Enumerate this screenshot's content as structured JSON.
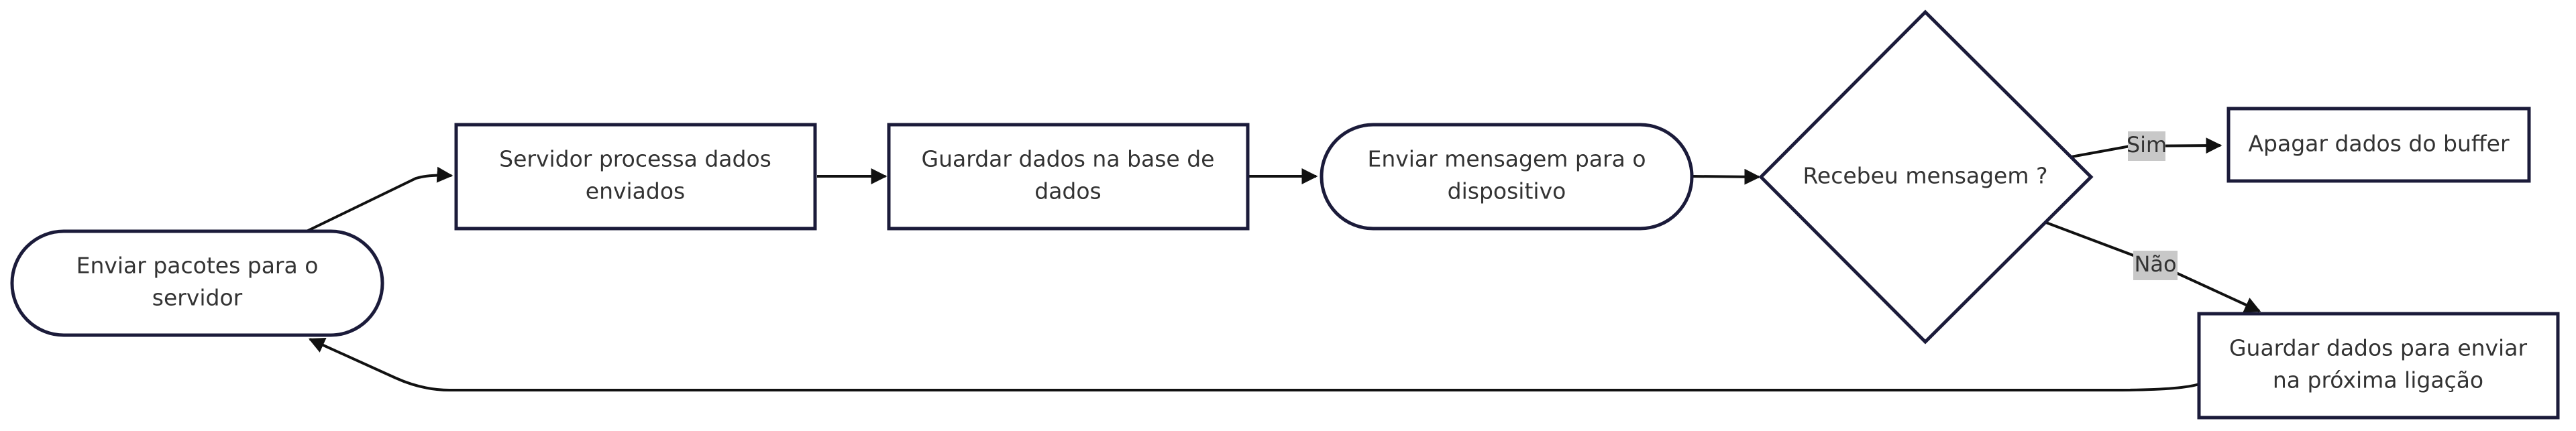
{
  "nodes": {
    "enviar_pacotes": [
      "Enviar pacotes para o",
      "servidor"
    ],
    "servidor_processa": [
      "Servidor processa dados",
      "enviados"
    ],
    "guardar_base": [
      "Guardar dados na base de",
      "dados"
    ],
    "enviar_mensagem": [
      "Enviar mensagem para o",
      "dispositivo"
    ],
    "recebeu": [
      "Recebeu mensagem ?"
    ],
    "apagar": [
      "Apagar dados do buffer"
    ],
    "guardar_proxima": [
      "Guardar dados para enviar",
      "na próxima ligação"
    ]
  },
  "edges": {
    "sim": "Sim",
    "nao": "Não"
  },
  "colors": {
    "node_stroke": "#1b1b3a",
    "edge": "#111111",
    "label_bg": "#c8c8c8",
    "text": "#333333"
  }
}
